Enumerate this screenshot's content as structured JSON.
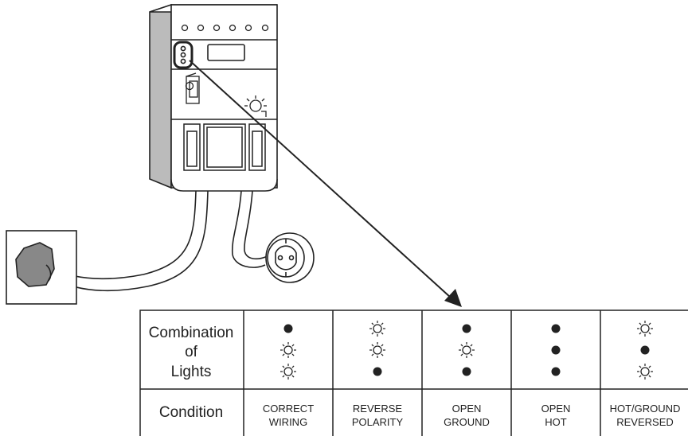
{
  "table": {
    "header_row_label": [
      "Combination",
      "of",
      "Lights"
    ],
    "condition_row_label": "Condition",
    "columns": [
      {
        "lights": [
          "off",
          "on",
          "on"
        ],
        "condition": [
          "CORRECT",
          "WIRING"
        ]
      },
      {
        "lights": [
          "on",
          "on",
          "off"
        ],
        "condition": [
          "REVERSE",
          "POLARITY"
        ]
      },
      {
        "lights": [
          "off",
          "on",
          "off"
        ],
        "condition": [
          "OPEN",
          "GROUND"
        ]
      },
      {
        "lights": [
          "off",
          "off",
          "off"
        ],
        "condition": [
          "OPEN",
          "HOT"
        ]
      },
      {
        "lights": [
          "on",
          "off",
          "on"
        ],
        "condition": [
          "HOT/GROUND",
          "REVERSED"
        ]
      }
    ]
  },
  "colors": {
    "line": "#222222",
    "device_side": "#bbbbbb",
    "device_front": "#ffffff",
    "plug_fill": "#888888"
  }
}
